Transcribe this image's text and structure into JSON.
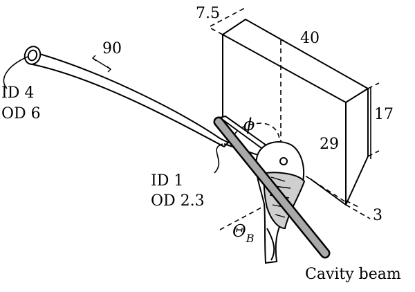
{
  "labels": {
    "tube_length": "90",
    "tube_id": "ID 4",
    "tube_od": "OD 6",
    "capillary_id": "ID 1",
    "capillary_od": "OD 2.3",
    "block_depth": "7.5",
    "block_length": "40",
    "block_height_right": "17",
    "block_height_inner": "29",
    "block_offset": "3",
    "angle_phi": "ϕ",
    "angle_theta": "Θ",
    "angle_theta_sub": "B",
    "beam_label": "Cavity beam"
  },
  "colors": {
    "line": "#000000",
    "shade": "#cfcfcf",
    "beam_fill": "#a9a9a9",
    "background": "#ffffff"
  }
}
